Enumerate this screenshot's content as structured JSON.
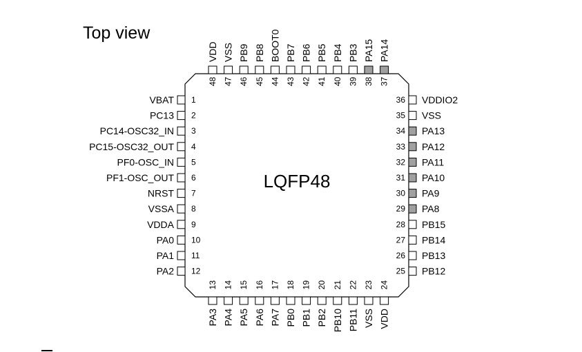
{
  "title": "Top view",
  "package": "LQFP48",
  "colors": {
    "outline": "#000000",
    "shaded_pin": "#a0a0a0",
    "pin_fill": "#ffffff"
  },
  "pins": {
    "left": [
      {
        "num": "1",
        "name": "VBAT"
      },
      {
        "num": "2",
        "name": "PC13"
      },
      {
        "num": "3",
        "name": "PC14-OSC32_IN"
      },
      {
        "num": "4",
        "name": "PC15-OSC32_OUT"
      },
      {
        "num": "5",
        "name": "PF0-OSC_IN"
      },
      {
        "num": "6",
        "name": "PF1-OSC_OUT"
      },
      {
        "num": "7",
        "name": "NRST"
      },
      {
        "num": "8",
        "name": "VSSA"
      },
      {
        "num": "9",
        "name": "VDDA"
      },
      {
        "num": "10",
        "name": "PA0"
      },
      {
        "num": "11",
        "name": "PA1"
      },
      {
        "num": "12",
        "name": "PA2"
      }
    ],
    "bottom": [
      {
        "num": "13",
        "name": "PA3"
      },
      {
        "num": "14",
        "name": "PA4"
      },
      {
        "num": "15",
        "name": "PA5"
      },
      {
        "num": "16",
        "name": "PA6"
      },
      {
        "num": "17",
        "name": "PA7"
      },
      {
        "num": "18",
        "name": "PB0"
      },
      {
        "num": "19",
        "name": "PB1"
      },
      {
        "num": "20",
        "name": "PB2"
      },
      {
        "num": "21",
        "name": "PB10"
      },
      {
        "num": "22",
        "name": "PB11"
      },
      {
        "num": "23",
        "name": "VSS"
      },
      {
        "num": "24",
        "name": "VDD"
      }
    ],
    "right": [
      {
        "num": "36",
        "name": "VDDIO2"
      },
      {
        "num": "35",
        "name": "VSS"
      },
      {
        "num": "34",
        "name": "PA13",
        "shaded": true
      },
      {
        "num": "33",
        "name": "PA12",
        "shaded": true
      },
      {
        "num": "32",
        "name": "PA11",
        "shaded": true
      },
      {
        "num": "31",
        "name": "PA10",
        "shaded": true
      },
      {
        "num": "30",
        "name": "PA9",
        "shaded": true
      },
      {
        "num": "29",
        "name": "PA8",
        "shaded": true
      },
      {
        "num": "28",
        "name": "PB15"
      },
      {
        "num": "27",
        "name": "PB14"
      },
      {
        "num": "26",
        "name": "PB13"
      },
      {
        "num": "25",
        "name": "PB12"
      }
    ],
    "top": [
      {
        "num": "48",
        "name": "VDD"
      },
      {
        "num": "47",
        "name": "VSS"
      },
      {
        "num": "46",
        "name": "PB9"
      },
      {
        "num": "45",
        "name": "PB8"
      },
      {
        "num": "44",
        "name": "BOOT0"
      },
      {
        "num": "43",
        "name": "PB7"
      },
      {
        "num": "42",
        "name": "PB6"
      },
      {
        "num": "41",
        "name": "PB5"
      },
      {
        "num": "40",
        "name": "PB4"
      },
      {
        "num": "39",
        "name": "PB3"
      },
      {
        "num": "38",
        "name": "PA15",
        "shaded": true
      },
      {
        "num": "37",
        "name": "PA14",
        "shaded": true
      }
    ]
  }
}
